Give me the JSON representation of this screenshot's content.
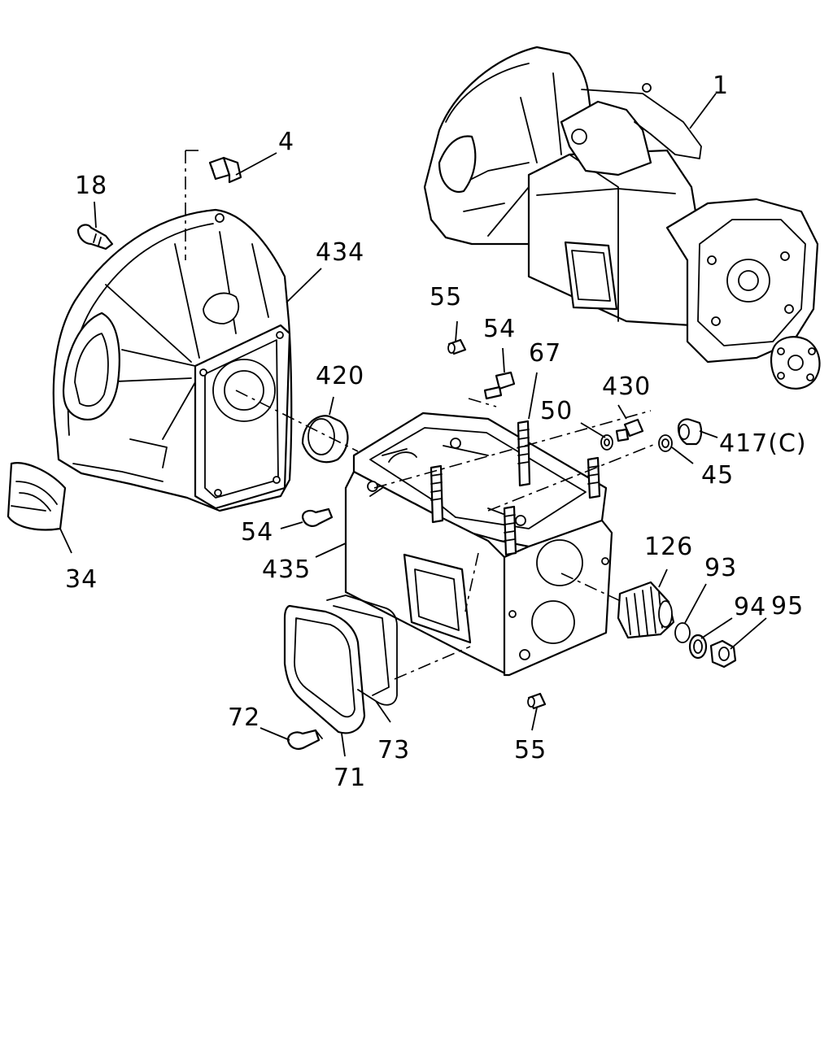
{
  "callouts": {
    "c1": "1",
    "c4": "4",
    "c18": "18",
    "c434": "434",
    "c55_top": "55",
    "c54_top": "54",
    "c67": "67",
    "c420": "420",
    "c430": "430",
    "c50": "50",
    "c417c": "417(C)",
    "c45": "45",
    "c54_left": "54",
    "c435": "435",
    "c34": "34",
    "c126": "126",
    "c93": "93",
    "c94": "94",
    "c95": "95",
    "c72": "72",
    "c73": "73",
    "c71": "71",
    "c55_bottom": "55"
  }
}
